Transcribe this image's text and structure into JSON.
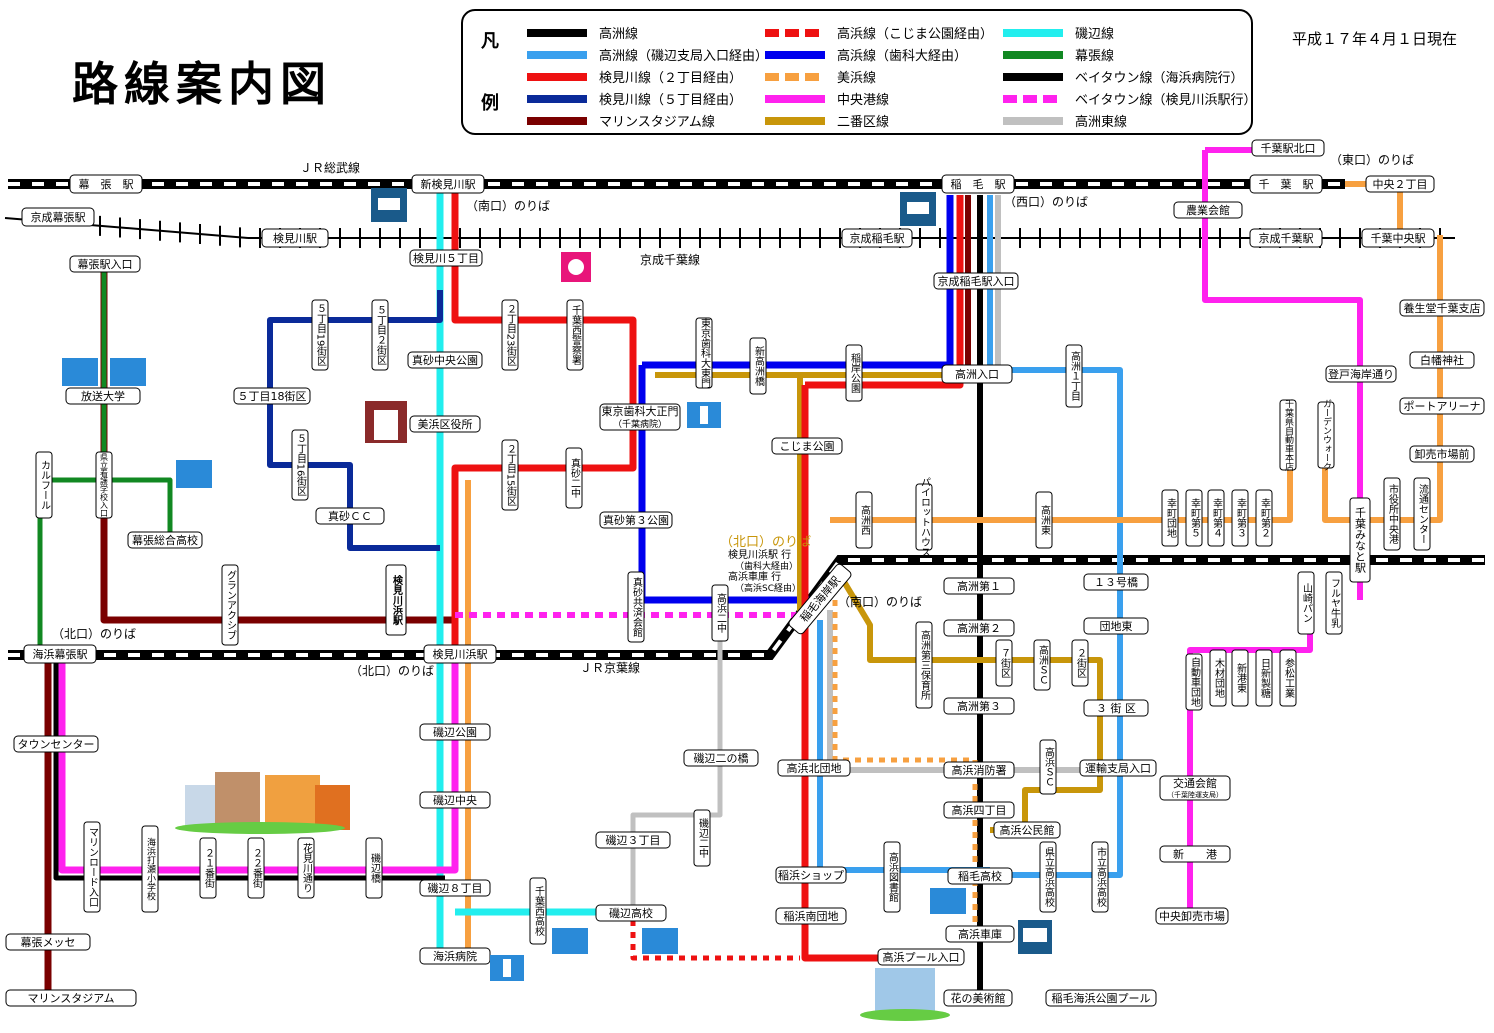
{
  "title": "路線案内図",
  "date_note": "平成１７年４月１日現在",
  "legend": {
    "head_1": "凡",
    "head_2": "例",
    "items": [
      {
        "label": "高洲線",
        "color": "#000000",
        "style": "solid"
      },
      {
        "label": "高洲線（磯辺支局入口経由）",
        "color": "#3aa0ee",
        "style": "solid"
      },
      {
        "label": "検見川線（２丁目経由）",
        "color": "#ee1111",
        "style": "solid"
      },
      {
        "label": "検見川線（５丁目経由）",
        "color": "#0a2a99",
        "style": "solid"
      },
      {
        "label": "マリンスタジアム線",
        "color": "#7a0000",
        "style": "solid"
      },
      {
        "label": "高浜線（こじま公園経由）",
        "color": "#ee1111",
        "style": "dashed"
      },
      {
        "label": "高浜線（歯科大経由）",
        "color": "#0000ee",
        "style": "solid"
      },
      {
        "label": "美浜線",
        "color": "#f7a040",
        "style": "dashed"
      },
      {
        "label": "中央港線",
        "color": "#ff22ee",
        "style": "solid"
      },
      {
        "label": "二番区線",
        "color": "#c8960a",
        "style": "solid"
      },
      {
        "label": "磯辺線",
        "color": "#22eeee",
        "style": "solid"
      },
      {
        "label": "幕張線",
        "color": "#118822",
        "style": "solid"
      },
      {
        "label": "ベイタウン線（海浜病院行）",
        "color": "#000000",
        "style": "solid"
      },
      {
        "label": "ベイタウン線（検見川浜駅行）",
        "color": "#ff22ee",
        "style": "dashed"
      },
      {
        "label": "高洲東線",
        "color": "#c0c0c0",
        "style": "solid"
      }
    ]
  },
  "railways": {
    "jr_sobu": "ＪＲ総武線",
    "keisei_chiba": "京成千葉線",
    "jr_keiyo": "ＪＲ京葉線"
  },
  "stations": {
    "makuhari": "幕　張　駅",
    "shinkemigawa": "新検見川駅",
    "inage": "稲　毛　駅",
    "chiba": "千　葉　駅",
    "chiba_north": "千葉駅北口",
    "chuo2": "中央２丁目",
    "keisei_makuhari": "京成幕張駅",
    "kemigawa": "検見川駅",
    "keisei_inage": "京成稲毛駅",
    "keisei_chiba": "京成千葉駅",
    "chiba_chuo": "千葉中央駅",
    "kaihin_makuhari": "海浜幕張駅",
    "kemigawahama": "検見川浜駅",
    "inage_kaigan": "稲毛海岸駅",
    "chiba_minato": "千葉みなと駅"
  },
  "platforms": {
    "south_kemigawa": "（南口）のりば",
    "west_inage": "（西口）のりば",
    "east_chiba": "（東口）のりば",
    "north_kaihin": "（北口）のりば",
    "north_kemigawahama": "（北口）のりば",
    "north_inagekaigan": "（北口）のりば",
    "south_inagekaigan": "（南口）のりば"
  },
  "platform_dest": {
    "l1": "検見川浜駅 行",
    "l2": "（歯科大経由）",
    "l3": "高浜車庫 行",
    "l4": "（高浜SC経由）"
  },
  "stops": {
    "kemigawa5": "検見川５丁目",
    "keisei_inage_iriguchi": "京成稲毛駅入口",
    "makuhari_hongo": "幕張駅入口",
    "nousen": "農業会館",
    "hoso_univ": "放送大学",
    "makuhari_hs": "幕張総合高校",
    "carrefour": "カルフール",
    "kenritsu": "県立看護学校入口",
    "masago_cc": "真砂ＣＣ",
    "masago_chuo": "真砂中央公園",
    "mihama_office": "美浜区役所",
    "c5_18": "５丁目18街区",
    "c5_19": "５丁目19街区",
    "c5_2": "５丁目２街区",
    "c5_16": "５丁目16街区",
    "c2_23": "２丁目23街区",
    "c2_15": "２丁目15街区",
    "chiba_nishi_police": "千葉西警察署",
    "masago2": "真砂二中",
    "dental_gate": "東京歯科大正門",
    "dental_gate_sub": "（千葉病院）",
    "dental_east": "東京歯科大東門",
    "shin_takasu": "新高洲橋",
    "inagewagan": "稲岸公園",
    "kojima": "こじま公園",
    "takasu_iriguchi": "高洲入口",
    "takasu1": "高洲１丁目",
    "masago3": "真砂第３公園",
    "masago_kyosai": "真砂共済会館",
    "takahama2": "高浜二中",
    "grand": "グランアクシブ",
    "takasu_nishi": "高洲西",
    "pilot": "パイロットハウス",
    "takasu_higashi": "高洲東",
    "sachimachi_danchi": "幸町団地",
    "sachimachi5": "幸町第５",
    "sachimachi4": "幸町第４",
    "sachimachi3": "幸町第３",
    "sachimachi2": "幸町第２",
    "chiba_jiko": "千葉県自動車本店",
    "garden": "ガーデンウォーク",
    "shiyakusho": "市役所中央港",
    "ryutsu": "流通センター",
    "yoshiwara": "登戸海岸通り",
    "yokoso": "養生堂千葉支店",
    "shirahata": "白幡神社",
    "portarena": "ポートアリーナ",
    "oroshi": "卸売市場前",
    "yamazaki": "山崎パン",
    "fruya": "フルヤ牛乳",
    "takasu1st": "高洲第１",
    "takasu2nd": "高洲第２",
    "takasu3rd": "高洲第３",
    "s13": "１３号橋",
    "danchi_higashi": "団地東",
    "takasu_sanhoiku": "高洲第三保育所",
    "c7": "７街区",
    "takasu_sc": "高洲ＳＣ",
    "c2": "２街区",
    "c3": "３ 街 区",
    "jidosha_danchi": "自動車団地",
    "kigi_danchi": "木材団地",
    "shinminato": "新港東",
    "nissan": "日新製糖",
    "senshin": "参松工業",
    "koutsu_kaikan": "交通会館",
    "koutsu_sub": "（千葉陸運支局）",
    "shinminato2": "新　　港",
    "chuou_ichiba": "中央卸売市場",
    "takahama_kita": "高浜北団地",
    "takahama_fire": "高浜消防署",
    "takahama_sc": "高浜ＳＣ",
    "unyu": "運輸支局入口",
    "takahama4": "高浜四丁目",
    "takahama_kouminkan": "高浜公民館",
    "inage_hs": "稲毛高校",
    "kenritsu_takahama": "県立高浜高校",
    "ichiritsu_takahama": "市立高浜高校",
    "takahama_depot": "高浜車庫",
    "inage_shop": "稲浜ショップ",
    "takahama_library": "高浜図書館",
    "inahama_minami": "稲浜南団地",
    "takahama_pool": "高浜プール入口",
    "hana_museum": "花の美術館",
    "inage_pool": "稲毛海浜公園プール",
    "isobe_ni": "磯辺二の橋",
    "isobe3": "磯辺３丁目",
    "isobe2": "磯辺二中",
    "isobe_koko": "磯辺高校",
    "chiba_nishi_hs": "千葉西高校",
    "kaihin_hospital": "海浜病院",
    "isobe8": "磯辺８丁目",
    "isobe_park": "磯辺公園",
    "isobe_chuo": "磯辺中央",
    "town_center": "タウンセンター",
    "marine_road": "マリンロード入口",
    "utase": "海浜打瀬小学校",
    "b21": "２１番街",
    "b22": "２２番街",
    "hana_river": "花見川通り",
    "isobe_bridge": "磯辺橋",
    "messe": "幕張メッセ",
    "marine_stadium": "マリンスタジアム",
    "kemigawahama_sta_nearby": "検見川浜駅"
  }
}
